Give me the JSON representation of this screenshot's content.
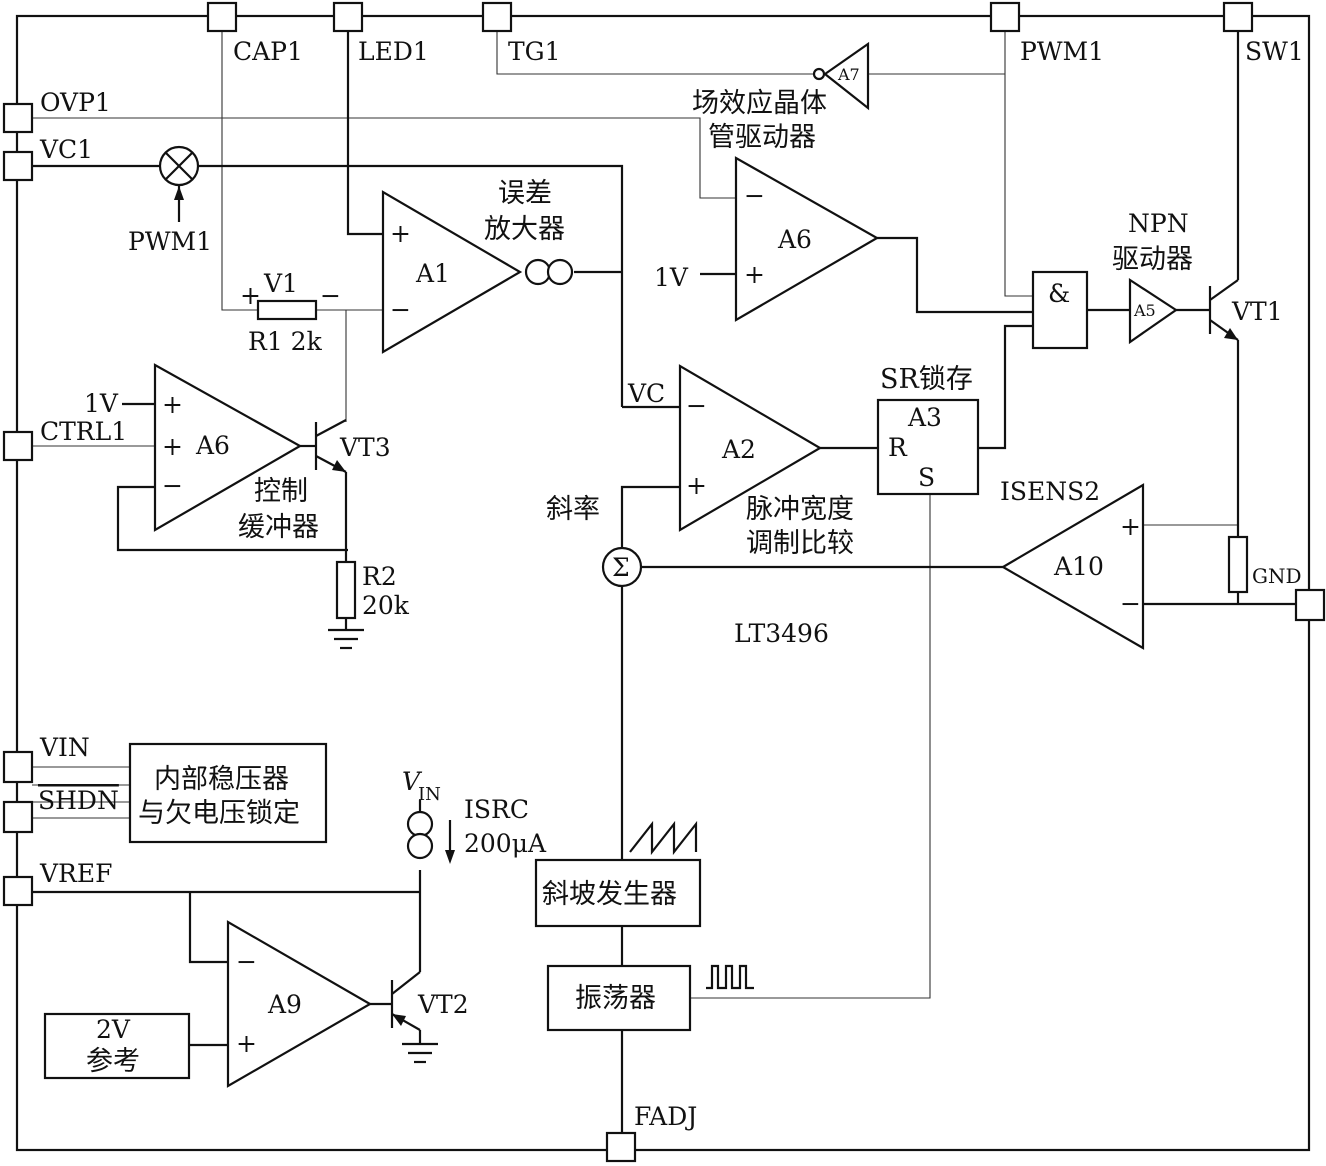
{
  "chip": {
    "name": "LT3496"
  },
  "pins": {
    "cap1": "CAP1",
    "led1": "LED1",
    "tg1": "TG1",
    "pwm1": "PWM1",
    "sw1": "SW1",
    "ovp1": "OVP1",
    "vc1": "VC1",
    "ctrl1": "CTRL1",
    "vin": "VIN",
    "shdn": "SHDN",
    "vref": "VREF",
    "fadj": "FADJ",
    "gnd": "GND"
  },
  "labels": {
    "pwm1_mod": "PWM1",
    "fet_driver_1": "场效应晶体",
    "fet_driver_2": "管驱动器",
    "error_amp_1": "误差",
    "error_amp_2": "放大器",
    "npn_driver_1": "NPN",
    "npn_driver_2": "驱动器",
    "v1": "V1",
    "r1": "R1 2k",
    "one_v_a6": "1V",
    "one_v_ctrl": "1V",
    "vc": "VC",
    "sr_latch": "SR锁存",
    "slope": "斜率",
    "pwm_cmp_1": "脉冲宽度",
    "pwm_cmp_2": "调制比较",
    "ctrl_buf_1": "控制",
    "ctrl_buf_2": "缓冲器",
    "r2": "R2",
    "r2_val": "20k",
    "isens2": "ISENS2",
    "vin_sub": "IN",
    "vin_main": "V",
    "isrc": "ISRC",
    "isrc_val": "200μA",
    "plus": "+",
    "minus": "−"
  },
  "blocks": {
    "regulator_1": "内部稳压器",
    "regulator_2": "与欠电压锁定",
    "ramp": "斜坡发生器",
    "oscillator": "振荡器",
    "ref_1": "2V",
    "ref_2": "参考"
  },
  "components": {
    "a1": "A1",
    "a2": "A2",
    "a3": "A3",
    "a5": "A5",
    "a6_fet": "A6",
    "a6_ctrl": "A6",
    "a7": "A7",
    "a9": "A9",
    "a10": "A10",
    "and_gate": "&",
    "sr_r": "R",
    "sr_s": "S",
    "sum": "Σ",
    "vt1": "VT1",
    "vt2": "VT2",
    "vt3": "VT3"
  }
}
